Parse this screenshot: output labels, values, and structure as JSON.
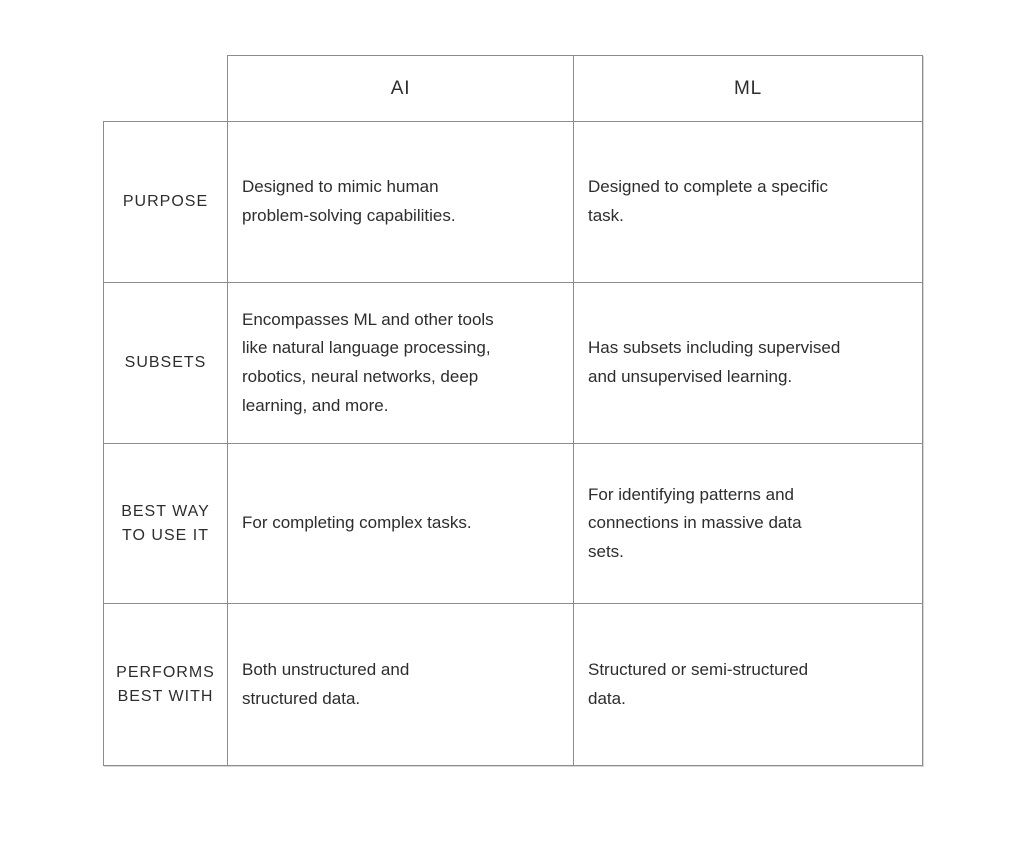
{
  "table": {
    "header": {
      "ai": "AI",
      "ml": "ML"
    },
    "rows": [
      {
        "label": "PURPOSE",
        "ai": [
          "Designed to mimic human",
          "problem-solving capabilities."
        ],
        "ml": [
          "Designed to complete a specific",
          "task."
        ]
      },
      {
        "label": "SUBSETS",
        "ai": [
          "Encompasses ML and other tools",
          "like natural language processing,",
          "robotics, neural networks, deep",
          "learning, and more."
        ],
        "ml": [
          "Has subsets including supervised",
          "and unsupervised learning."
        ]
      },
      {
        "label": [
          "BEST WAY",
          "TO USE IT"
        ],
        "ai": [
          "For completing complex tasks."
        ],
        "ml": [
          "For identifying patterns and",
          "connections in massive data",
          "sets."
        ]
      },
      {
        "label": [
          "PERFORMS",
          "BEST WITH"
        ],
        "ai": [
          "Both unstructured and",
          "structured data."
        ],
        "ml": [
          "Structured or semi-structured",
          "data."
        ]
      }
    ]
  },
  "colors": {
    "border": "#8c8c8c",
    "text": "#2d2d2d",
    "background": "#ffffff"
  },
  "chart_data": {
    "type": "table",
    "title": "",
    "columns": [
      "",
      "AI",
      "ML"
    ],
    "rows": [
      [
        "PURPOSE",
        "Designed to mimic human problem-solving capabilities.",
        "Designed to complete a specific task."
      ],
      [
        "SUBSETS",
        "Encompasses ML and other tools like natural language processing, robotics, neural networks, deep learning, and more.",
        "Has subsets including supervised and unsupervised learning."
      ],
      [
        "BEST WAY TO USE IT",
        "For completing complex tasks.",
        "For identifying patterns and connections in massive data sets."
      ],
      [
        "PERFORMS BEST WITH",
        "Both unstructured and structured data.",
        "Structured or semi-structured data."
      ]
    ]
  }
}
